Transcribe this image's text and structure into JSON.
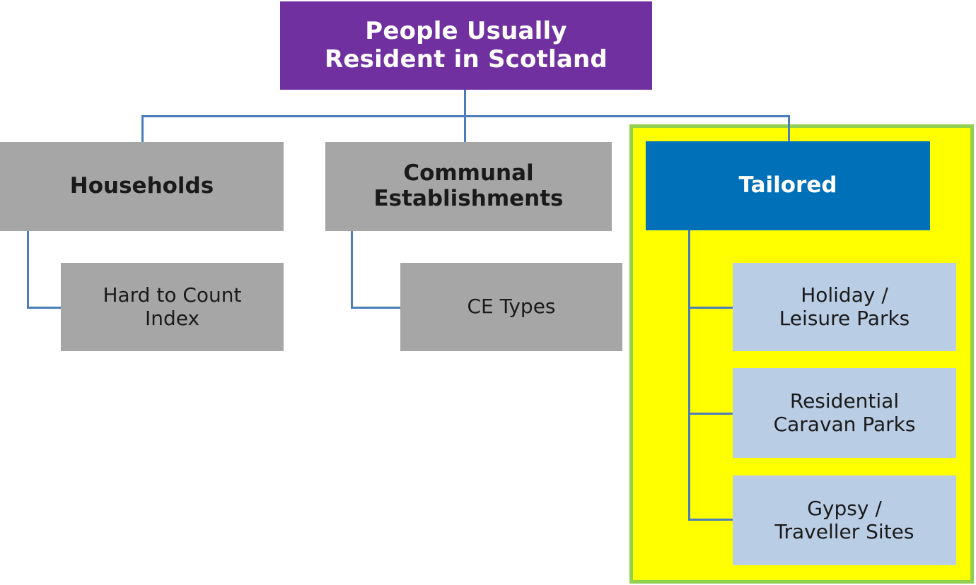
{
  "diagram": {
    "title_text": "People Usually Resident in Scotland",
    "type": "organisational-hierarchy",
    "colors": {
      "root_fill": "#7030A0",
      "root_text": "#FFFFFF",
      "level1_fill": "#A6A6A6",
      "level1_text": "#1A1A1A",
      "tailored_fill": "#0070B8",
      "tailored_text": "#FFFFFF",
      "tailored_child_fill": "#B9CDE5",
      "tailored_child_text": "#1A1A1A",
      "highlight_fill": "#FFFF00",
      "highlight_border": "#92D050",
      "connector": "#4A7EBB",
      "background": "#FFFFFF"
    },
    "root": {
      "label": "People Usually\nResident in Scotland"
    },
    "branches": [
      {
        "id": "households",
        "label": "Households",
        "children": [
          {
            "id": "hard-to-count-index",
            "label": "Hard to Count\nIndex"
          }
        ]
      },
      {
        "id": "communal-establishments",
        "label": "Communal\nEstablishments",
        "children": [
          {
            "id": "ce-types",
            "label": "CE Types"
          }
        ]
      },
      {
        "id": "tailored",
        "label": "Tailored",
        "highlighted": true,
        "children": [
          {
            "id": "holiday-leisure-parks",
            "label": "Holiday /\nLeisure Parks"
          },
          {
            "id": "residential-caravan-parks",
            "label": "Residential\nCaravan  Parks"
          },
          {
            "id": "gypsy-traveller-sites",
            "label": "Gypsy /\nTraveller Sites"
          }
        ]
      }
    ]
  }
}
